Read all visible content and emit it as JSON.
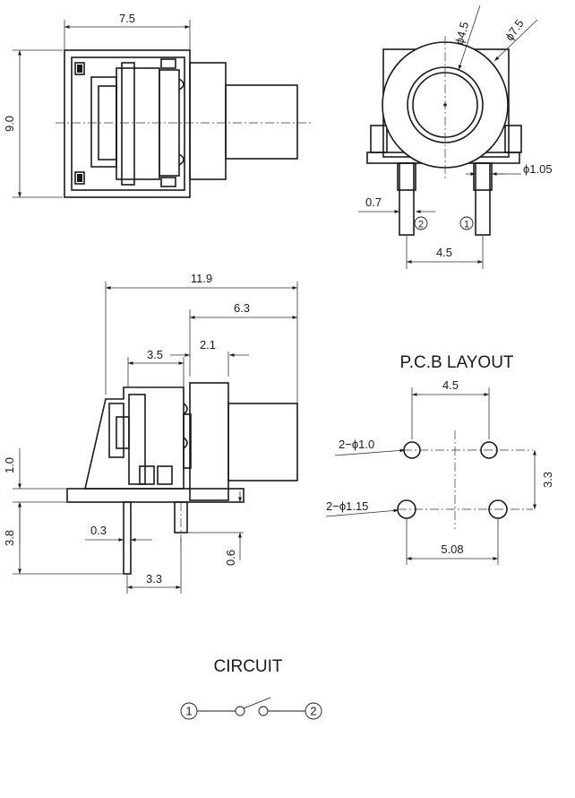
{
  "top_view": {
    "dim_width": "7.5",
    "dim_height": "9.0"
  },
  "front_view": {
    "dim_inner_dia": "ϕ4.5",
    "dim_outer_dia": "ϕ7.5",
    "dim_pin_dia": "ϕ1.05",
    "dim_pin_width": "0.7",
    "dim_pin_pitch": "4.5",
    "pin2_label": "2",
    "pin1_label": "1"
  },
  "side_view": {
    "dim_total_length": "11.9",
    "dim_actuator_length": "6.3",
    "dim_body_width": "3.5",
    "dim_flange": "2.1",
    "dim_base_height": "1.0",
    "dim_pin_length": "3.8",
    "dim_pin_thickness": "0.3",
    "dim_pin_offset": "3.3",
    "dim_boss_height": "0.6"
  },
  "pcb_layout": {
    "title": "P.C.B LAYOUT",
    "dim_top_pitch": "4.5",
    "dim_small_holes": "2−ϕ1.0",
    "dim_large_holes": "2−ϕ1.15",
    "dim_row_spacing": "3.3",
    "dim_bottom_pitch": "5.08"
  },
  "circuit": {
    "title": "CIRCUIT",
    "terminal_1": "1",
    "terminal_2": "2"
  }
}
